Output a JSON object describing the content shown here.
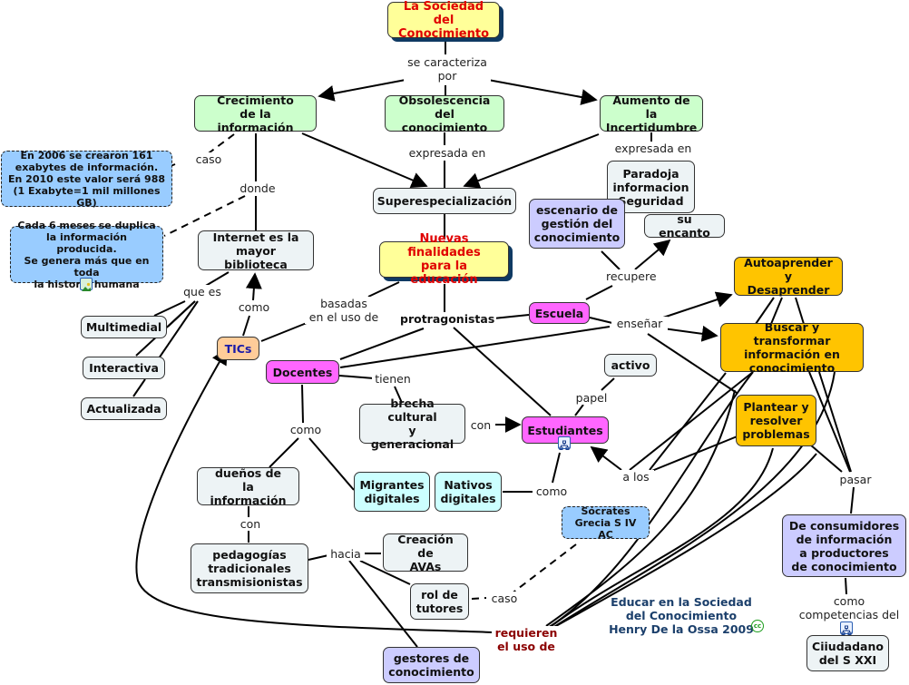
{
  "map": {
    "title": "La Sociedad del\nConocimiento",
    "center": "Nuevas finalidades\npara la educación",
    "credit": "Educar en la Sociedad\ndel Conocimiento\nHenry De la Ossa 2009",
    "colors": {
      "title_bg": "#ffff99",
      "title_text": "#e00000",
      "green": "#ccffcc",
      "lavender": "#ccccff",
      "pink": "#ff66ff",
      "orange": "#ffc400",
      "cyan": "#ccffff",
      "peach": "#ffcc99",
      "note": "#99ccff",
      "grey": "#edf3f5"
    }
  },
  "nodes": {
    "crecimiento": "Crecimiento\nde la información",
    "obsolescencia": "Obsolescencia\ndel conocimiento",
    "aumento": "Aumento de la\nIncertidumbre",
    "superespecializacion": "Superespecialización",
    "paradoja": "Paradoja\ninformacion\nSeguridad",
    "escenario": "escenario de\ngestión del\nconocimiento",
    "encanto": "su encanto",
    "internet": "Internet es la\nmayor biblioteca",
    "multimedial": "Multimedial",
    "interactiva": "Interactiva",
    "actualizada": "Actualizada",
    "tics": "TICs",
    "docentes": "Docentes",
    "escuela": "Escuela",
    "autoaprender": "Autoaprender y\nDesaprender",
    "buscar": "Buscar y transformar\ninformación en\nconocimiento",
    "plantear": "Plantear y\nresolver\nproblemas",
    "activo": "activo",
    "brecha": "brecha cultural\ny generacional",
    "estudiantes": "Estudiantes",
    "duenos": "dueños de\nla información",
    "migrantes": "Migrantes\ndigitales",
    "nativos": "Nativos\ndigitales",
    "pedagogias": "pedagogías\ntradicionales\ntransmisionistas",
    "avas": "Creación de\nAVAs",
    "tutores": "rol de\ntutores",
    "gestores": "gestores de\nconocimiento",
    "consumidores": "De consumidores\nde información\na productores\nde conocimiento",
    "ciudadano": "Ciiudadano\ndel S XXI"
  },
  "notes": {
    "exabytes": "En 2006 se crearon 161\nexabytes de información.\nEn 2010 este valor será 988\n(1 Exabyte=1 mil millones GB)",
    "duplica": "Cada 6 meses se duplica\nla información producida.\nSe genera más que en toda\nla historia humana",
    "socrates": "Sócrates\nGrecia S IV AC"
  },
  "links": {
    "caracteriza": "se caracteriza\npor",
    "expresada1": "expresada en",
    "expresada2": "expresada en",
    "caso1": "caso",
    "donde": "donde",
    "que_es": "que es",
    "como_tics": "como",
    "basadas": "basadas\nen el uso de",
    "protagonistas": "protragonistas",
    "recupere": "recupere",
    "ensenar": "enseñar",
    "tienen": "tienen",
    "papel": "papel",
    "con1": "con",
    "como_doc": "como",
    "a_los": "a los",
    "como_est": "como",
    "con2": "con",
    "hacia": "hacia",
    "caso2": "caso",
    "pasar": "pasar",
    "requieren": "requieren\nel uso de",
    "competencias": "como\ncompetencias del"
  }
}
